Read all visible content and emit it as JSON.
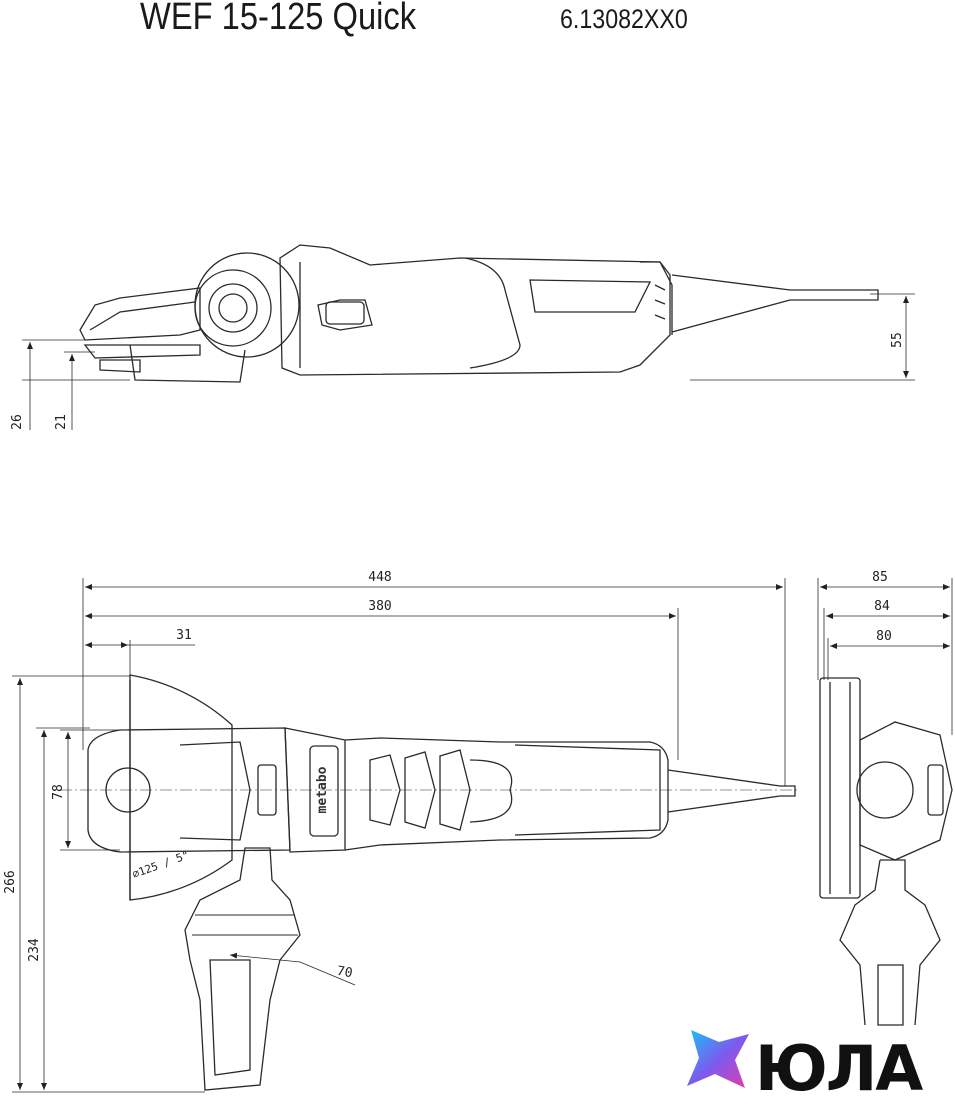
{
  "header": {
    "model": "WEF 15-125 Quick",
    "code": "6.13082XX0"
  },
  "dimensions": {
    "side_view": {
      "height_right": "55",
      "left_a": "26",
      "left_b": "21"
    },
    "top_view": {
      "length_total": "448",
      "length_body": "380",
      "guard_offset": "31",
      "head_height": "78",
      "height_total": "266",
      "height_handle": "234",
      "handle_offset": "70",
      "guard_label": "⌀125 / 5\""
    },
    "front_view": {
      "width_a": "85",
      "width_b": "84",
      "width_c": "80"
    }
  },
  "branding": {
    "tool_brand": "metabo",
    "watermark": "ЮЛА"
  },
  "colors": {
    "line": "#2a2a2a",
    "watermark_text": "#111111"
  }
}
